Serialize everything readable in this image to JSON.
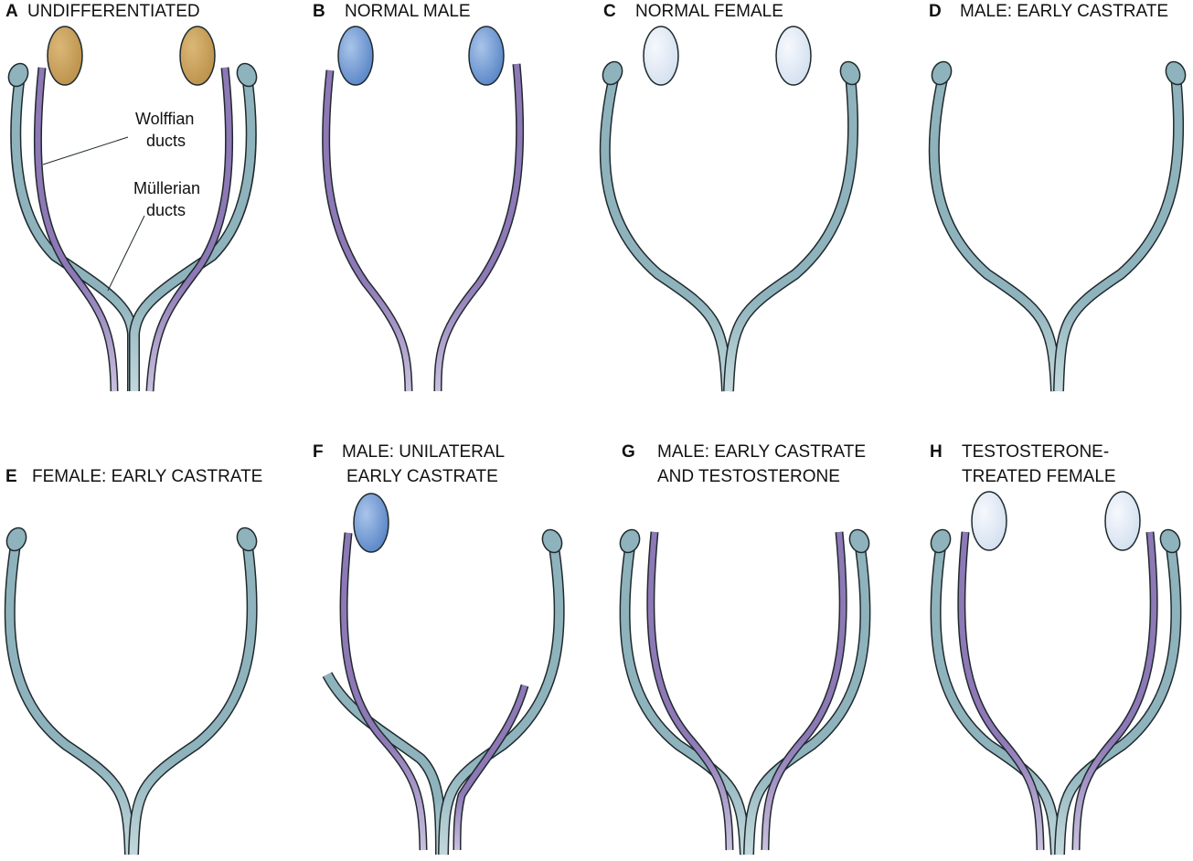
{
  "figure": {
    "panels": [
      {
        "id": "A",
        "letter": "A",
        "title": [
          "UNDIFFERENTIATED"
        ],
        "gonad": "indifferent",
        "wolffian": "both",
        "mullerian": "both"
      },
      {
        "id": "B",
        "letter": "B",
        "title": [
          "NORMAL MALE"
        ],
        "gonad": "testis",
        "wolffian": "both",
        "mullerian": "none"
      },
      {
        "id": "C",
        "letter": "C",
        "title": [
          "NORMAL FEMALE"
        ],
        "gonad": "ovary",
        "wolffian": "none",
        "mullerian": "both"
      },
      {
        "id": "D",
        "letter": "D",
        "title": [
          "MALE: EARLY CASTRATE"
        ],
        "gonad": "none",
        "wolffian": "none",
        "mullerian": "both"
      },
      {
        "id": "E",
        "letter": "E",
        "title": [
          "FEMALE: EARLY CASTRATE"
        ],
        "gonad": "none",
        "wolffian": "none",
        "mullerian": "both"
      },
      {
        "id": "F",
        "letter": "F",
        "title": [
          "MALE: UNILATERAL",
          "EARLY CASTRATE"
        ],
        "gonad": "testis-left",
        "wolffian": "left-full-right-stub",
        "mullerian": "both"
      },
      {
        "id": "G",
        "letter": "G",
        "title": [
          "MALE: EARLY CASTRATE",
          "AND TESTOSTERONE"
        ],
        "gonad": "none",
        "wolffian": "both",
        "mullerian": "both"
      },
      {
        "id": "H",
        "letter": "H",
        "title": [
          "TESTOSTERONE-",
          "TREATED FEMALE"
        ],
        "gonad": "ovary",
        "wolffian": "both",
        "mullerian": "both"
      }
    ],
    "callouts": {
      "wolffian": [
        "Wolffian",
        "ducts"
      ],
      "mullerian": [
        "Müllerian",
        "ducts"
      ]
    },
    "colors": {
      "mullerian_duct": "#8fb3bc",
      "wolffian_duct": "#8e78b6",
      "wolffian_distal": "#c7bedb",
      "mullerian_distal": "#c2d8dc",
      "indifferent_gonad": "#c9a157",
      "testis": "#6e98cf",
      "ovary": "#e2ecf7",
      "outline": "#1f2a2e"
    }
  }
}
